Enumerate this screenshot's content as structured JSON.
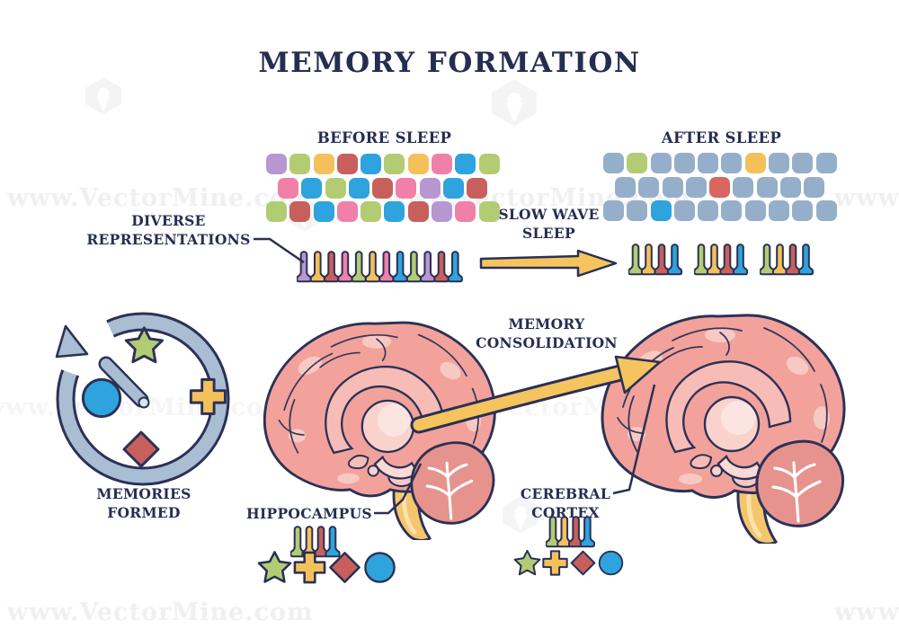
{
  "title": "MEMORY FORMATION",
  "watermark": {
    "text": "www.VectorMine.com"
  },
  "palette": {
    "purple": "#b697d0",
    "green": "#b3cc74",
    "yellow": "#f4c05a",
    "red": "#c7605d",
    "blue": "#2fa3dd",
    "pink": "#f080a8",
    "gray": "#95afca",
    "red2": "#d96660"
  },
  "colors": {
    "navy": "#2a3054",
    "arrow_yellow": "#f5c45e",
    "ring_gray_blue": "#a9bdd3",
    "cortex_pink": "#f2a29b",
    "cerebellum_pink": "#e6938e",
    "stem_yellow": "#f5c56d",
    "watermark_gray": "#f0f0f0"
  },
  "shape_colors": {
    "star": "green",
    "plus": "yellow",
    "diamond": "red",
    "circle": "blue"
  },
  "before": {
    "label": "BEFORE SLEEP",
    "grid": [
      [
        "purple",
        "green",
        "yellow",
        "red",
        "blue",
        "green",
        "yellow",
        "pink",
        "blue",
        "green"
      ],
      [
        "pink",
        "blue",
        "green",
        "blue",
        "red",
        "pink",
        "purple",
        "blue",
        "red"
      ],
      [
        "green",
        "red",
        "blue",
        "pink",
        "green",
        "blue",
        "red",
        "purple",
        "pink",
        "green"
      ]
    ]
  },
  "after": {
    "label": "AFTER SLEEP",
    "grid": [
      [
        "gray",
        "green",
        "gray",
        "gray",
        "gray",
        "gray",
        "yellow",
        "gray",
        "gray",
        "gray"
      ],
      [
        "gray",
        "gray",
        "gray",
        "gray",
        "red2",
        "gray",
        "gray",
        "gray",
        "gray"
      ],
      [
        "gray",
        "gray",
        "blue",
        "gray",
        "gray",
        "gray",
        "gray",
        "gray",
        "gray",
        "gray"
      ]
    ]
  },
  "diverse": {
    "label": "DIVERSE\nREPRESENTATIONS",
    "pins": [
      "purple",
      "yellow",
      "red",
      "pink",
      "green",
      "yellow",
      "pink",
      "blue",
      "green",
      "purple",
      "red",
      "blue"
    ]
  },
  "slow_wave": {
    "label": "SLOW WAVE\nSLEEP"
  },
  "after_pins": {
    "group1": [
      "green",
      "yellow",
      "red",
      "blue"
    ],
    "group2": [
      "green",
      "yellow",
      "red",
      "blue"
    ],
    "group3": [
      "green",
      "yellow",
      "red",
      "blue"
    ]
  },
  "memories": {
    "label": "MEMORIES\nFORMED"
  },
  "consolidation": {
    "label": "MEMORY\nCONSOLIDATION"
  },
  "hippocampus": {
    "label": "HIPPOCAMPUS",
    "pins": [
      "green",
      "yellow",
      "red",
      "blue"
    ],
    "shapes": [
      "star",
      "plus",
      "diamond",
      "circle"
    ]
  },
  "cortex": {
    "label": "CEREBRAL\nCORTEX",
    "pins": [
      "green",
      "yellow",
      "red",
      "blue"
    ],
    "shapes": [
      "star",
      "plus",
      "diamond",
      "circle"
    ]
  }
}
